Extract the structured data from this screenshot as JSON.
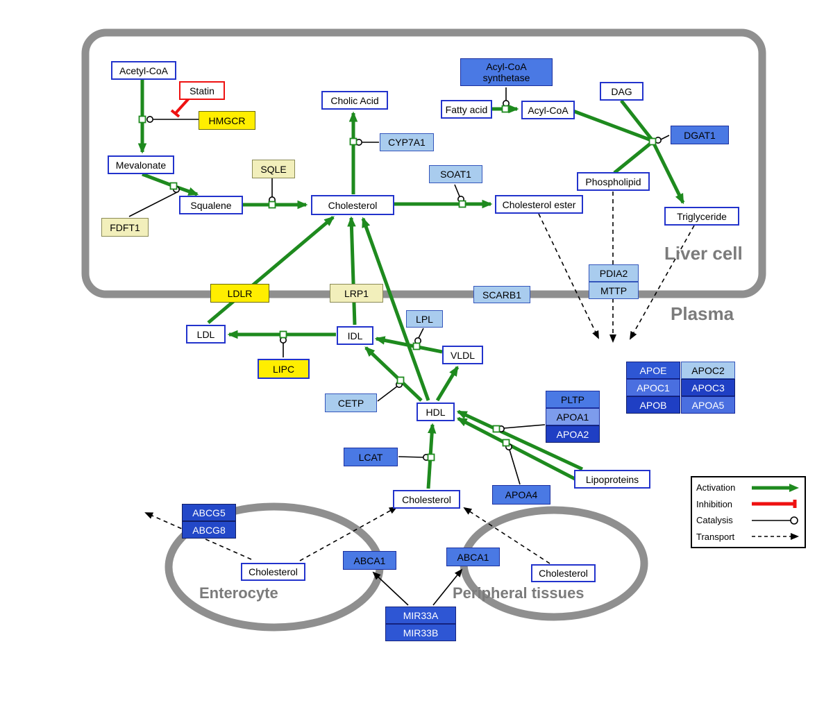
{
  "regions": {
    "liver": {
      "label": "Liver cell"
    },
    "plasma": {
      "label": "Plasma"
    },
    "enterocyte": {
      "label": "Enterocyte"
    },
    "peripheral": {
      "label": "Peripheral tissues"
    }
  },
  "nodes": {
    "acetyl_coa": {
      "label": "Acetyl-CoA"
    },
    "statin": {
      "label": "Statin"
    },
    "hmgcr": {
      "label": "HMGCR"
    },
    "mevalonate": {
      "label": "Mevalonate"
    },
    "fdft1": {
      "label": "FDFT1"
    },
    "squalene": {
      "label": "Squalene"
    },
    "sqle": {
      "label": "SQLE"
    },
    "cholesterol_liver": {
      "label": "Cholesterol"
    },
    "cholic_acid": {
      "label": "Cholic Acid"
    },
    "cyp7a1": {
      "label": "CYP7A1"
    },
    "soat1": {
      "label": "SOAT1"
    },
    "cholesterol_ester": {
      "label": "Cholesterol ester"
    },
    "acyl_coa_synthetase": {
      "label": "Acyl-CoA\nsynthetase"
    },
    "fatty_acid": {
      "label": "Fatty acid"
    },
    "acyl_coa": {
      "label": "Acyl-CoA"
    },
    "dag": {
      "label": "DAG"
    },
    "dgat1": {
      "label": "DGAT1"
    },
    "phospholipid": {
      "label": "Phospholipid"
    },
    "triglyceride": {
      "label": "Triglyceride"
    },
    "ldlr": {
      "label": "LDLR"
    },
    "lrp1": {
      "label": "LRP1"
    },
    "scarb1": {
      "label": "SCARB1"
    },
    "pdia2": {
      "label": "PDIA2"
    },
    "mttp": {
      "label": "MTTP"
    },
    "ldl": {
      "label": "LDL"
    },
    "idl": {
      "label": "IDL"
    },
    "lpl": {
      "label": "LPL"
    },
    "vldl": {
      "label": "VLDL"
    },
    "lipc": {
      "label": "LIPC"
    },
    "cetp": {
      "label": "CETP"
    },
    "hdl": {
      "label": "HDL"
    },
    "pltp": {
      "label": "PLTP"
    },
    "apoa1": {
      "label": "APOA1"
    },
    "apoa2": {
      "label": "APOA2"
    },
    "apoe": {
      "label": "APOE"
    },
    "apoc2": {
      "label": "APOC2"
    },
    "apoc1": {
      "label": "APOC1"
    },
    "apoc3": {
      "label": "APOC3"
    },
    "apob": {
      "label": "APOB"
    },
    "apoa5": {
      "label": "APOA5"
    },
    "lcat": {
      "label": "LCAT"
    },
    "apoa4": {
      "label": "APOA4"
    },
    "lipoproteins": {
      "label": "Lipoproteins"
    },
    "cholesterol_plasma": {
      "label": "Cholesterol"
    },
    "abcg5": {
      "label": "ABCG5"
    },
    "abcg8": {
      "label": "ABCG8"
    },
    "cholesterol_enterocyte": {
      "label": "Cholesterol"
    },
    "abca1_enterocyte": {
      "label": "ABCA1"
    },
    "abca1_peripheral": {
      "label": "ABCA1"
    },
    "cholesterol_peripheral": {
      "label": "Cholesterol"
    },
    "mir33a": {
      "label": "MIR33A"
    },
    "mir33b": {
      "label": "MIR33B"
    }
  },
  "legend": {
    "items": [
      {
        "label": "Activation"
      },
      {
        "label": "Inhibition"
      },
      {
        "label": "Catalysis"
      },
      {
        "label": "Transport"
      }
    ]
  },
  "colors": {
    "activation": "#1E8A1E",
    "inhibition": "#EE1111",
    "catalysis": "#000000",
    "transport": "#000000",
    "membrane": "#8F8F8F",
    "metabolite_border": "#2233CC",
    "gene_yellow": "#FFEE00",
    "gene_pale_yellow": "#F2EFBB",
    "gene_light_blue": "#A9CCEE",
    "gene_blue": "#4A79E4",
    "gene_dark_blue": "#1F3FC4"
  }
}
